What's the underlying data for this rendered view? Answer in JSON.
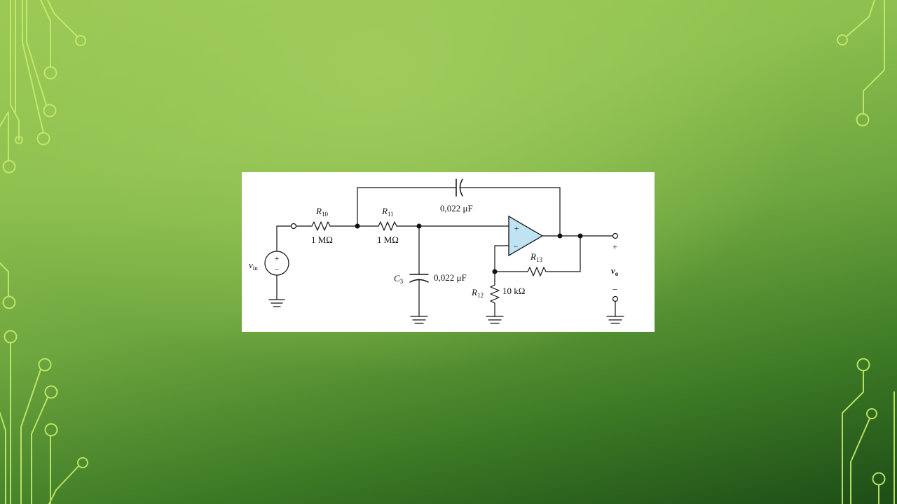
{
  "schematic": {
    "r10": {
      "name": "R",
      "sub": "10",
      "value": "1 MΩ"
    },
    "r11": {
      "name": "R",
      "sub": "11",
      "value": "1 MΩ"
    },
    "feedback_cap": {
      "value": "0,022 μF"
    },
    "c3": {
      "name": "C",
      "sub": "3",
      "value": "0,022 μF"
    },
    "r12": {
      "name": "R",
      "sub": "12",
      "value": "10 kΩ"
    },
    "r13": {
      "name": "R",
      "sub": "13"
    },
    "source": {
      "name": "v",
      "sub": "in",
      "plus": "+",
      "minus": "−"
    },
    "opamp": {
      "plus": "+",
      "minus": "−"
    },
    "output": {
      "name": "v",
      "sub": "o",
      "plus": "+",
      "minus": "−"
    }
  },
  "colors": {
    "opamp_fill": "#bfe3f3",
    "decoration": "#c6ec6a",
    "wire": "#111111"
  }
}
